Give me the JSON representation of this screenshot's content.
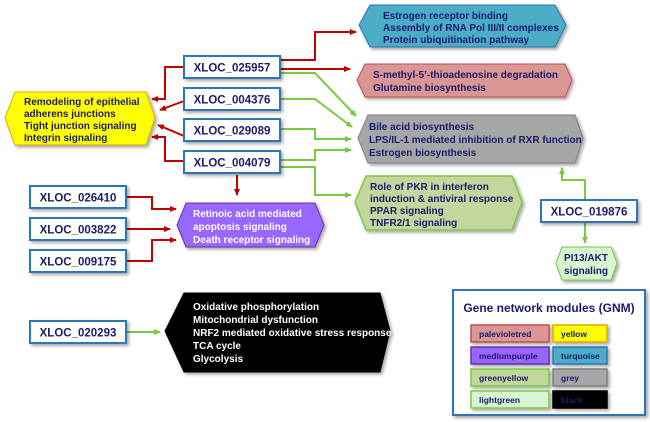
{
  "colors": {
    "red_edge": "#c00000",
    "green_edge": "#7ac943",
    "xloc_border": "#2e75b6",
    "text_dark": "#1a1a6e",
    "turquoise": "#4bacc6",
    "palevioletred": "#d99694",
    "yellow": "#ffff00",
    "mediumpurple": "#9966ff",
    "grey": "#a6a6a6",
    "greenyellow": "#c3d69b",
    "lightgreen": "#d7f5d0",
    "black": "#000000"
  },
  "genes": {
    "g025957": "XLOC_025957",
    "g004376": "XLOC_004376",
    "g029089": "XLOC_029089",
    "g004079": "XLOC_004079",
    "g026410": "XLOC_026410",
    "g003822": "XLOC_003822",
    "g009175": "XLOC_009175",
    "g019876": "XLOC_019876",
    "g020293": "XLOC_020293"
  },
  "modules": {
    "turquoise": {
      "lines": [
        "Estrogen receptor binding",
        "Assembly of RNA Pol III/II complexes",
        "Protein ubiquitination pathway"
      ]
    },
    "palevioletred": {
      "lines": [
        "S-methyl-5’-thioadenosine degradation",
        "Glutamine biosynthesis"
      ]
    },
    "yellow": {
      "lines": [
        "Remodeling of epithelial",
        "adherens junctions",
        "Tight junction signaling",
        "Integrin signaling"
      ]
    },
    "grey": {
      "lines": [
        "Bile acid biosynthesis",
        "LPS/IL-1 mediated inhibition of RXR function",
        "Estrogen biosynthesis"
      ]
    },
    "greenyellow": {
      "lines": [
        "Role of PKR in interferon",
        "induction & antiviral response",
        "PPAR signaling",
        "TNFR2/1 signaling"
      ]
    },
    "mediumpurple": {
      "lines": [
        "Retinoic acid mediated",
        "apoptosis signaling",
        "Death receptor signaling"
      ]
    },
    "lightgreen": {
      "lines": [
        "PI13/AKT",
        "signaling"
      ]
    },
    "black": {
      "lines": [
        "Oxidative phosphorylation",
        "Mitochondrial dysfunction",
        "NRF2 mediated oxidative stress response",
        "TCA cycle",
        "Glycolysis"
      ]
    }
  },
  "legend": {
    "title": "Gene network modules (GNM)",
    "items": [
      {
        "label": "palevioletred",
        "color": "#d99694"
      },
      {
        "label": "yellow",
        "color": "#ffff00"
      },
      {
        "label": "mediumpurple",
        "color": "#9966ff"
      },
      {
        "label": "turquoise",
        "color": "#4bacc6"
      },
      {
        "label": "greenyellow",
        "color": "#c3d69b"
      },
      {
        "label": "grey",
        "color": "#a6a6a6"
      },
      {
        "label": "lightgreen",
        "color": "#d7f5d0"
      },
      {
        "label": "black",
        "color": "#000000"
      }
    ]
  }
}
